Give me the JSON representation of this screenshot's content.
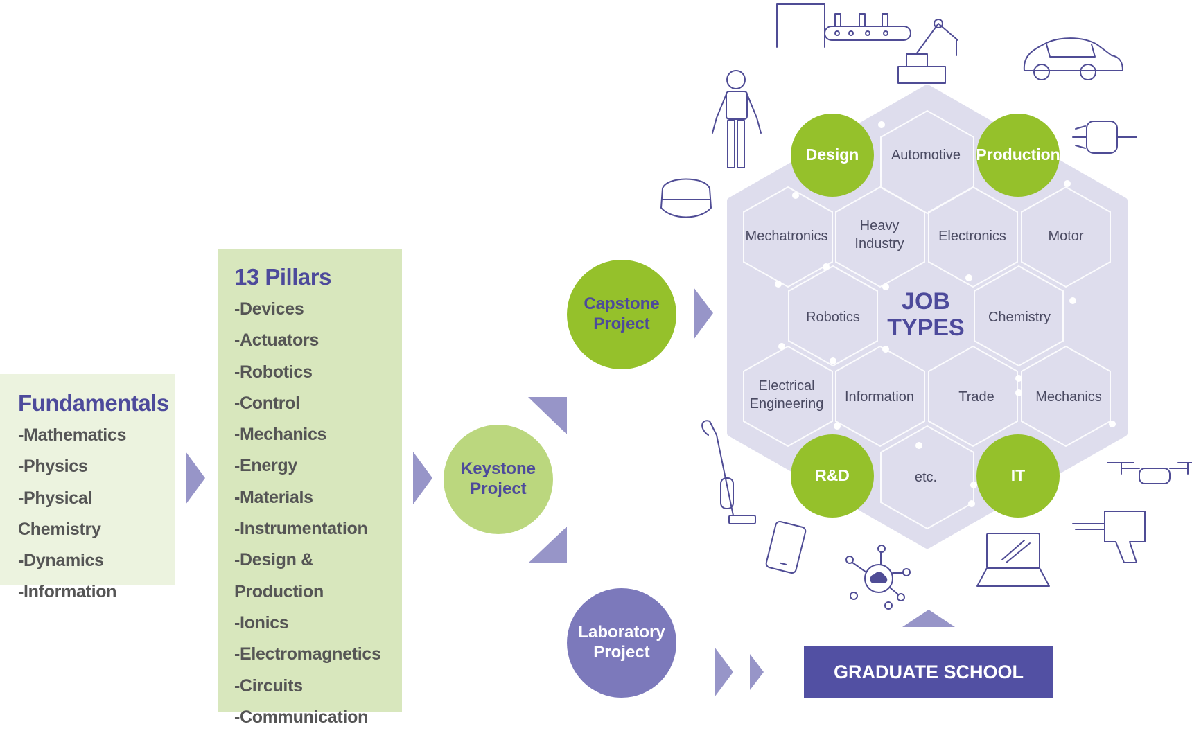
{
  "fundamentals": {
    "title": "Fundamentals",
    "items": [
      "-Mathematics",
      "-Physics",
      "-Physical Chemistry",
      "-Dynamics",
      "-Information"
    ]
  },
  "pillars": {
    "title": "13 Pillars",
    "items": [
      "-Devices",
      "-Actuators",
      "-Robotics",
      "-Control",
      "-Mechanics",
      "-Energy",
      "-Materials",
      "-Instrumentation",
      "-Design & Production",
      "-Ionics",
      "-Electromagnetics",
      "-Circuits",
      "-Communication"
    ]
  },
  "projects": {
    "capstone": [
      "Capstone",
      "Project"
    ],
    "keystone": [
      "Keystone",
      "Project"
    ],
    "laboratory": [
      "Laboratory",
      "Project"
    ]
  },
  "job_types": {
    "title": [
      "JOB",
      "TYPES"
    ],
    "corners": [
      "Design",
      "Production",
      "R&D",
      "IT"
    ],
    "cells": {
      "automotive": "Automotive",
      "mechatronics": "Mechatronics",
      "heavy_industry": [
        "Heavy",
        "Industry"
      ],
      "electronics": "Electronics",
      "motor": "Motor",
      "robotics": "Robotics",
      "chemistry": "Chemistry",
      "electrical_engineering": [
        "Electrical",
        "Engineering"
      ],
      "information": "Information",
      "trade": "Trade",
      "mechanics": "Mechanics",
      "etc": "etc."
    }
  },
  "graduate_school": "GRADUATE SCHOOL",
  "colors": {
    "green": "#95c12b",
    "light_green": "#bbd77e",
    "pale_green": "#ecf3df",
    "pillar_green": "#d8e7bd",
    "purple": "#4d4a9b",
    "lavender": "#7c79bb",
    "hex_fill": "#dedded",
    "arrow": "#9795c8",
    "icon_stroke": "#4f4c95"
  },
  "icons": [
    "conveyor-robot-arm-icon",
    "car-icon",
    "humanoid-robot-icon",
    "vr-headset-icon",
    "motor-icon",
    "vacuum-cleaner-icon",
    "drone-icon",
    "smartphone-icon",
    "cloud-network-icon",
    "laptop-icon",
    "drill-icon"
  ]
}
